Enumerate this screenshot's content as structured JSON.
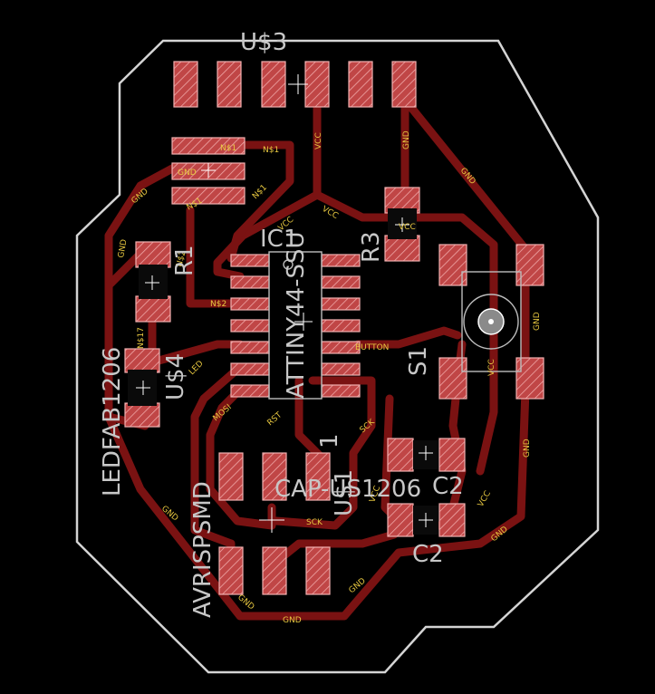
{
  "colors": {
    "background": "#000000",
    "outline": "#d4d4d4",
    "trace": "#7a1212",
    "pad_fill": "#c64a4a",
    "pad_stroke": "#f3b0b0",
    "ref_text": "#c7c7c7",
    "net_text": "#e8c840"
  },
  "references": {
    "u3": "U$3",
    "ic1": "IC1",
    "attiny": "ATTINY44-SSU",
    "r1": "R1",
    "r3": "R3",
    "u4": "U$4",
    "ledfab": "LEDFAB1206",
    "s1": "S1",
    "avrisp": "AVRISPSMD",
    "u1": "U$1",
    "cap": "CAP-US1206",
    "c2": "C2",
    "c2_bottom": "C2",
    "one": "1"
  },
  "nets": {
    "gnd": "GND",
    "vcc": "VCC",
    "n1": "N$1",
    "n2": "N$2",
    "n17": "N$17",
    "button": "BUTTON",
    "led": "LED",
    "mosi": "MOSI",
    "rst": "RST",
    "sck": "SCK"
  }
}
